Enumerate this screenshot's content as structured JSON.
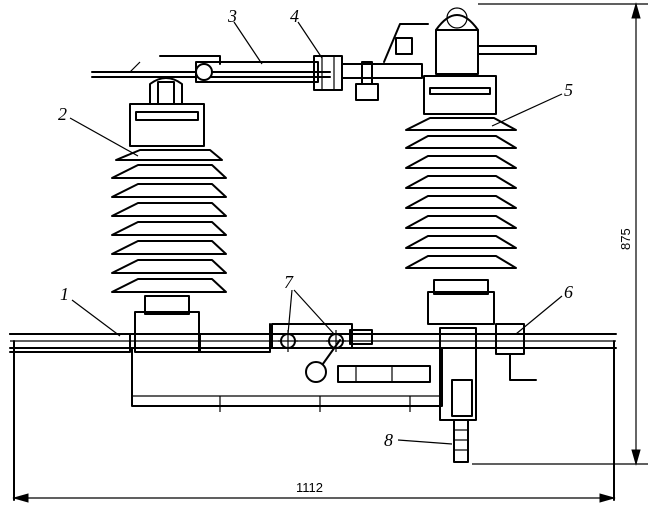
{
  "labels": {
    "l1": "1",
    "l2": "2",
    "l3": "3",
    "l4": "4",
    "l5": "5",
    "l6": "6",
    "l7": "7",
    "l8": "8"
  },
  "dimensions": {
    "width": "1112",
    "height": "875"
  }
}
